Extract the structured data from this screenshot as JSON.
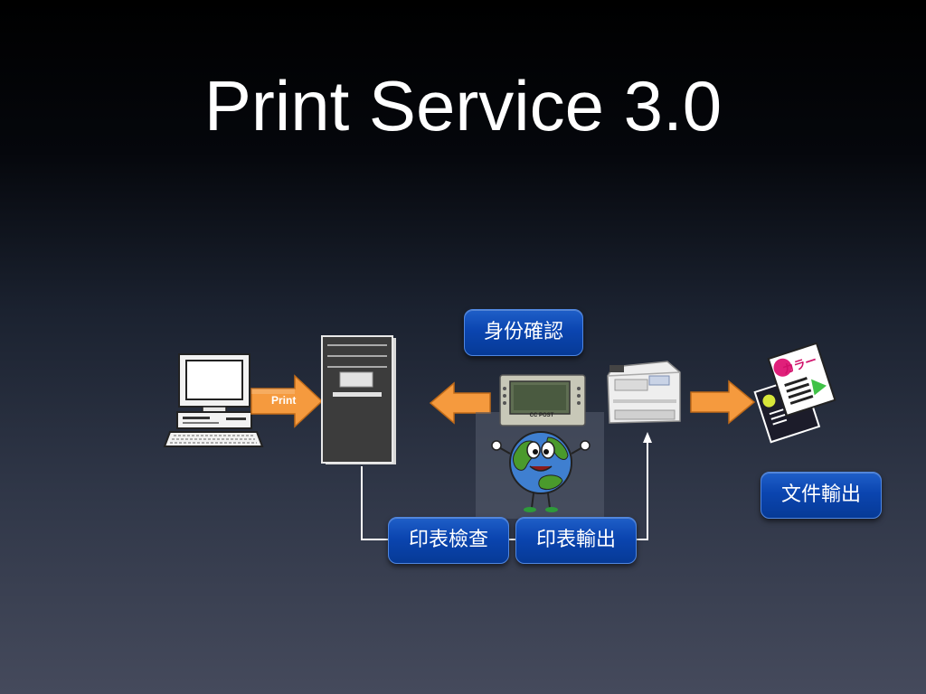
{
  "slide": {
    "title": "Print Service 3.0"
  },
  "labels": {
    "identity": "身份確認",
    "print_check": "印表檢查",
    "print_output": "印表輸出",
    "document_output": "文件輸出"
  },
  "arrows": {
    "print_arrow_label": "Print"
  },
  "device_labels": {
    "card_reader_brand": "CC POST",
    "colour_doc_text": "カラー"
  },
  "colors": {
    "arrow_orange": "#f59a3e",
    "pill_blue": "#0b45b0"
  },
  "icons": {
    "computer": "desktop-computer-icon",
    "server": "server-tower-icon",
    "reader": "card-reader-icon",
    "globe": "globe-mascot-icon",
    "printer": "printer-icon",
    "documents": "documents-icon"
  }
}
